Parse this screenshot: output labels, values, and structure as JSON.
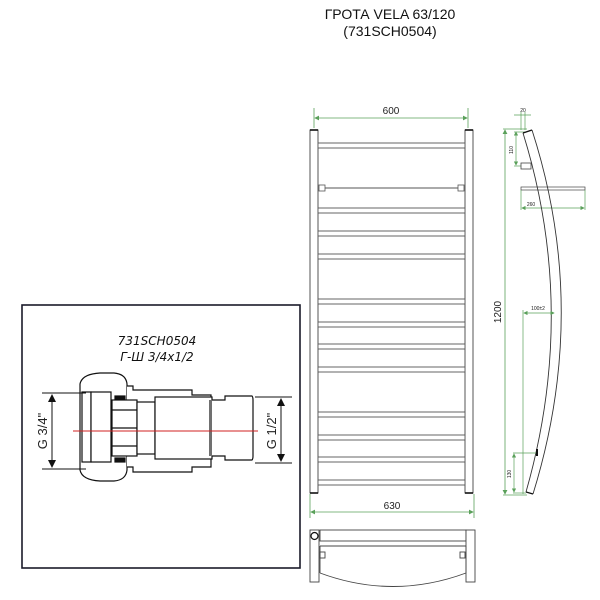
{
  "title": {
    "line1": "ГРОТА VELA 63/120",
    "line2": "(731SCH0504)"
  },
  "front_view": {
    "width_top_label": "600",
    "width_bottom_label": "630",
    "rung_count": 14
  },
  "side_view": {
    "height_label": "1200",
    "top_offset_label": "20",
    "top_bracket_label": "110",
    "depth_label": "260",
    "bulge_label": "100±2",
    "bottom_bracket_label": "130"
  },
  "inset": {
    "code": "731SCH0504",
    "fitting": "Г-Ш 3/4x1/2",
    "left_thread_label": "G 3/4\"",
    "right_thread_label": "G 1/2\""
  },
  "colors": {
    "dimension": "#5aa05a",
    "outline": "#333333",
    "axis": "#d02020",
    "frame": "#1a1a2a"
  }
}
